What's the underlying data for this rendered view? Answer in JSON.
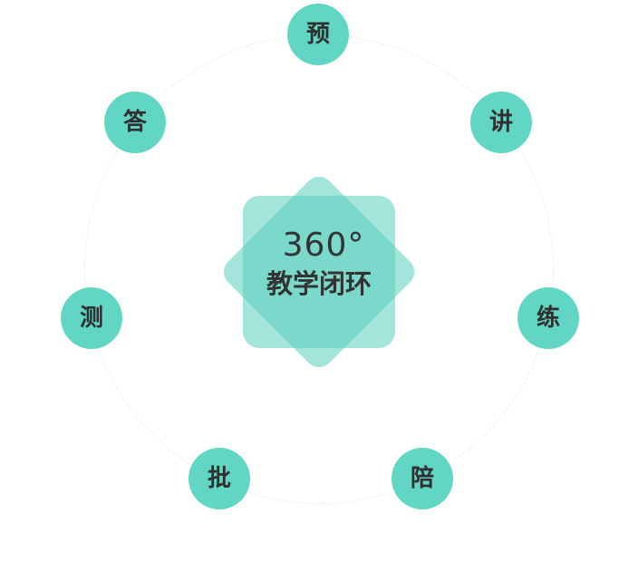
{
  "center": {
    "degree": "360°",
    "label": "教学闭环"
  },
  "nodes": [
    {
      "label": "预"
    },
    {
      "label": "讲"
    },
    {
      "label": "练"
    },
    {
      "label": "陪"
    },
    {
      "label": "批"
    },
    {
      "label": "测"
    },
    {
      "label": "答"
    }
  ],
  "colors": {
    "node": "#62d6c5",
    "center_shape": "#5ad0be",
    "ring": "#ececec",
    "text": "#333333"
  }
}
